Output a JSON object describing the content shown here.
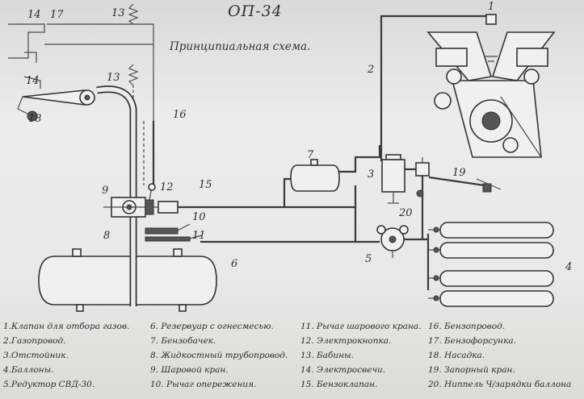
{
  "diagram": {
    "title": "ОП-34",
    "subtitle": "Принципиальная схема.",
    "callouts": {
      "n1": "1",
      "n2": "2",
      "n3": "3",
      "n4": "4",
      "n5": "5",
      "n6": "6",
      "n7": "7",
      "n8": "8",
      "n9": "9",
      "n10": "10",
      "n11": "11",
      "n12": "12",
      "n13a": "13",
      "n13b": "13",
      "n14a": "14",
      "n14b": "14",
      "n15": "15",
      "n16": "16",
      "n17": "17",
      "n18": "18",
      "n19": "19",
      "n20": "20"
    }
  },
  "legend": {
    "col1": [
      "1.Клапан для отбора газов.",
      "2.Газопровод.",
      "3.Отстойник.",
      "4.Баллоны.",
      "5.Редуктор СВД-30."
    ],
    "col2": [
      "6. Резервуар с огнесмесью.",
      "7. Бензобачек.",
      "8. Жидкостный трубопровод.",
      "9. Шаровой кран.",
      "10. Рычаг опережения."
    ],
    "col3": [
      "11. Рычаг шарового крана.",
      "12. Электрокнопка.",
      "13. Бабины.",
      "14. Электросвечи.",
      "15. Бензоклапан."
    ],
    "col4": [
      "16. Бензопровод.",
      "17. Бензофорсунка.",
      "18. Насадка.",
      "19. Запорный кран.",
      "20. Ниппель Ч/зарядки баллона"
    ]
  }
}
